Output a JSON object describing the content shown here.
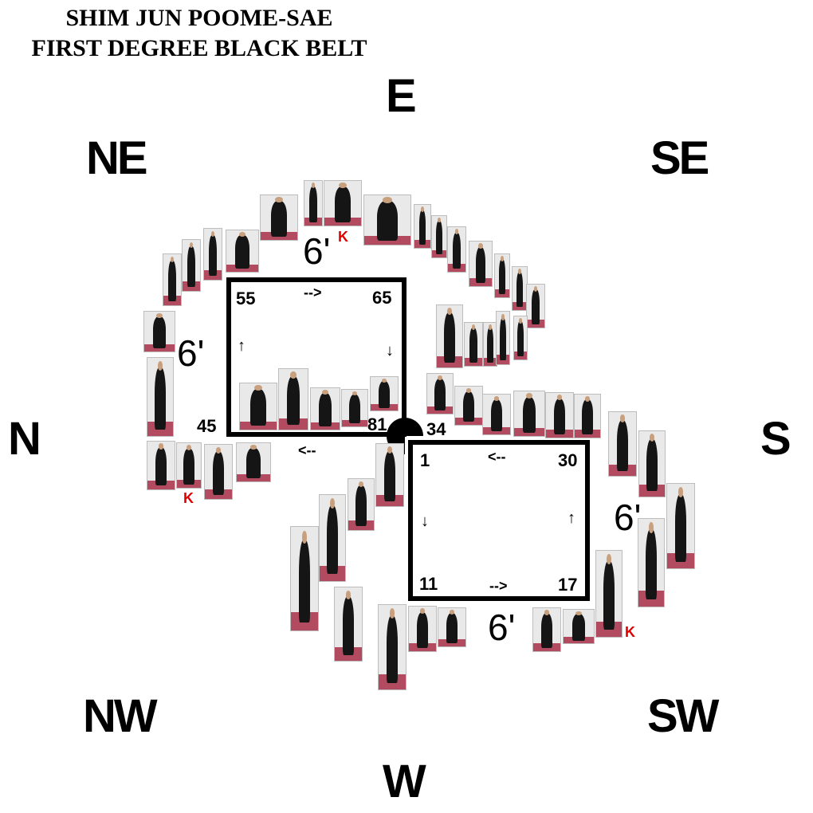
{
  "title": {
    "line1": "SHIM JUN POOME-SAE",
    "line2": "FIRST DEGREE BLACK BELT"
  },
  "compass": {
    "e": "E",
    "ne": "NE",
    "se": "SE",
    "n": "N",
    "s": "S",
    "nw": "NW",
    "sw": "SW",
    "w": "W"
  },
  "upper_box": {
    "corner_tl": "55",
    "corner_tr": "65",
    "corner_bl": "45",
    "corner_br": "81",
    "arrow_top": "-->",
    "arrow_left": "↑",
    "arrow_right": "↓",
    "arrow_bottom": "<--"
  },
  "lower_box": {
    "corner_tl": "1",
    "corner_tr": "30",
    "corner_bl": "11",
    "corner_br": "17",
    "arrow_top": "<--",
    "arrow_left": "↓",
    "arrow_right": "↑",
    "arrow_bottom": "-->"
  },
  "pivot_label": "34",
  "distance_labels": [
    "6'",
    "6'",
    "6'",
    "6'"
  ],
  "kick_markers": [
    "K",
    "K",
    "K"
  ],
  "colors": {
    "box_border": "#000000",
    "kick_marker": "#e00000",
    "mat": "#b24a60",
    "uniform": "#151515"
  }
}
